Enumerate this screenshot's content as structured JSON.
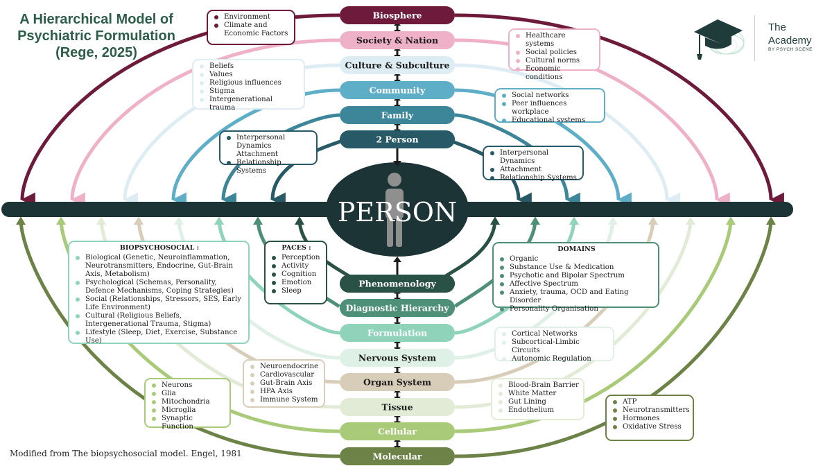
{
  "title": {
    "line1": "A Hierarchical Model of",
    "line2": "Psychiatric Formulation",
    "line3": "(Rege, 2025)"
  },
  "logo": {
    "icon": "graduation-cap-icon",
    "name_line1": "The",
    "name_line2": "Academy",
    "tagline": "BY PSYCH SCENE"
  },
  "center_label": "PERSON",
  "person_icon": "person-silhouette-icon",
  "levels_top": [
    {
      "label": "Biosphere",
      "color": "#6e1a3a",
      "text_color": "#ffffff"
    },
    {
      "label": "Society & Nation",
      "color": "#eeb1c8",
      "text_color": "#1c1c1c"
    },
    {
      "label": "Culture & Subculture",
      "color": "#ddedf3",
      "text_color": "#1c1c1c"
    },
    {
      "label": "Community",
      "color": "#5faec8",
      "text_color": "#ffffff"
    },
    {
      "label": "Family",
      "color": "#3d8699",
      "text_color": "#ffffff"
    },
    {
      "label": "2 Person",
      "color": "#275a66",
      "text_color": "#ffffff"
    }
  ],
  "levels_bottom": [
    {
      "label": "Phenomenology",
      "color": "#2a5145",
      "text_color": "#ffffff"
    },
    {
      "label": "Diagnostic Hierarchy",
      "color": "#4e8f78",
      "text_color": "#ffffff"
    },
    {
      "label": "Formulation",
      "color": "#8fd3bb",
      "text_color": "#ffffff"
    },
    {
      "label": "Nervous System",
      "color": "#dff0e7",
      "text_color": "#1c1c1c"
    },
    {
      "label": "Organ System",
      "color": "#d7cdb9",
      "text_color": "#1c1c1c"
    },
    {
      "label": "Tissue",
      "color": "#e2ebd6",
      "text_color": "#1c1c1c"
    },
    {
      "label": "Cellular",
      "color": "#a9ca78",
      "text_color": "#ffffff"
    },
    {
      "label": "Molecular",
      "color": "#6c8247",
      "text_color": "#ffffff"
    }
  ],
  "boxes": {
    "biosphere": {
      "color": "#6e1a3a",
      "items": [
        "Environment",
        "Climate and Economic Factors"
      ]
    },
    "society": {
      "color": "#eeb1c8",
      "items": [
        "Healthcare systems",
        "Social policies",
        "Cultural norms",
        "Economic conditions"
      ]
    },
    "culture": {
      "color": "#ddedf3",
      "items": [
        "Beliefs",
        "Values",
        "Religious influences",
        "Stigma",
        "Intergenerational trauma"
      ]
    },
    "community": {
      "color": "#5faec8",
      "items": [
        "Social networks",
        "Peer influences workplace",
        "Educational systems"
      ]
    },
    "two_person_left": {
      "color": "#275a66",
      "items": [
        "Interpersonal Dynamics Attachment",
        "Relationship Systems"
      ]
    },
    "two_person_right": {
      "color": "#275a66",
      "items": [
        "Interpersonal Dynamics",
        "Attachment",
        "Relationship Systems"
      ]
    },
    "biopsychosocial": {
      "color": "#8fd3bb",
      "header": "BIOPSYCHOSOCIAL :",
      "items": [
        "Biological (Genetic, Neuroinflammation, Neurotransmitters, Endocrine, Gut-Brain Axis, Metabolism)",
        "Psychological (Schemas, Personality, Defence Mechanisms, Coping Strategies)",
        "Social (Relationships, Stressors, SES, Early Life Environment)",
        "Cultural (Religious Beliefs, Intergenerational Trauma, Stigma)",
        "Lifestyle (Sleep, Diet, Exercise, Substance Use)"
      ]
    },
    "paces": {
      "color": "#2a5145",
      "header": "PACES :",
      "items": [
        "Perception",
        "Activity",
        "Cognition",
        "Emotion",
        "Sleep"
      ]
    },
    "domains": {
      "color": "#4e8f78",
      "header": "DOMAINS",
      "items": [
        "Organic",
        "Substance Use & Medication",
        "Psychotic and Bipolar Spectrum",
        "Affective Spectrum",
        "Anxiety, trauma, OCD and Eating Disorder",
        "Personality Organisation"
      ]
    },
    "nervous": {
      "color": "#dff0e7",
      "items": [
        "Cortical Networks",
        "Subcortical-Limbic Circuits",
        "Autonomic Regulation"
      ]
    },
    "organ": {
      "color": "#d7cdb9",
      "items": [
        "Neuroendocrine",
        "Cardiovascular",
        "Gut-Brain Axis",
        "HPA Axis",
        "Immune System"
      ]
    },
    "tissue": {
      "color": "#e2ebd6",
      "items": [
        "Blood-Brain Barrier",
        "White Matter",
        "Gut Lining",
        "Endothelium"
      ]
    },
    "cellular": {
      "color": "#a9ca78",
      "items": [
        "Neurons",
        "Glia",
        "Mitochondria",
        "Microglia",
        "Synaptic Function"
      ]
    },
    "molecular": {
      "color": "#6c8247",
      "items": [
        "ATP",
        "Neurotransmitters",
        "Hormones",
        "Oxidative Stress"
      ]
    }
  },
  "axis_color": "#1d3436",
  "footer": "Modified from The biopsychosocial model. Engel, 1981"
}
